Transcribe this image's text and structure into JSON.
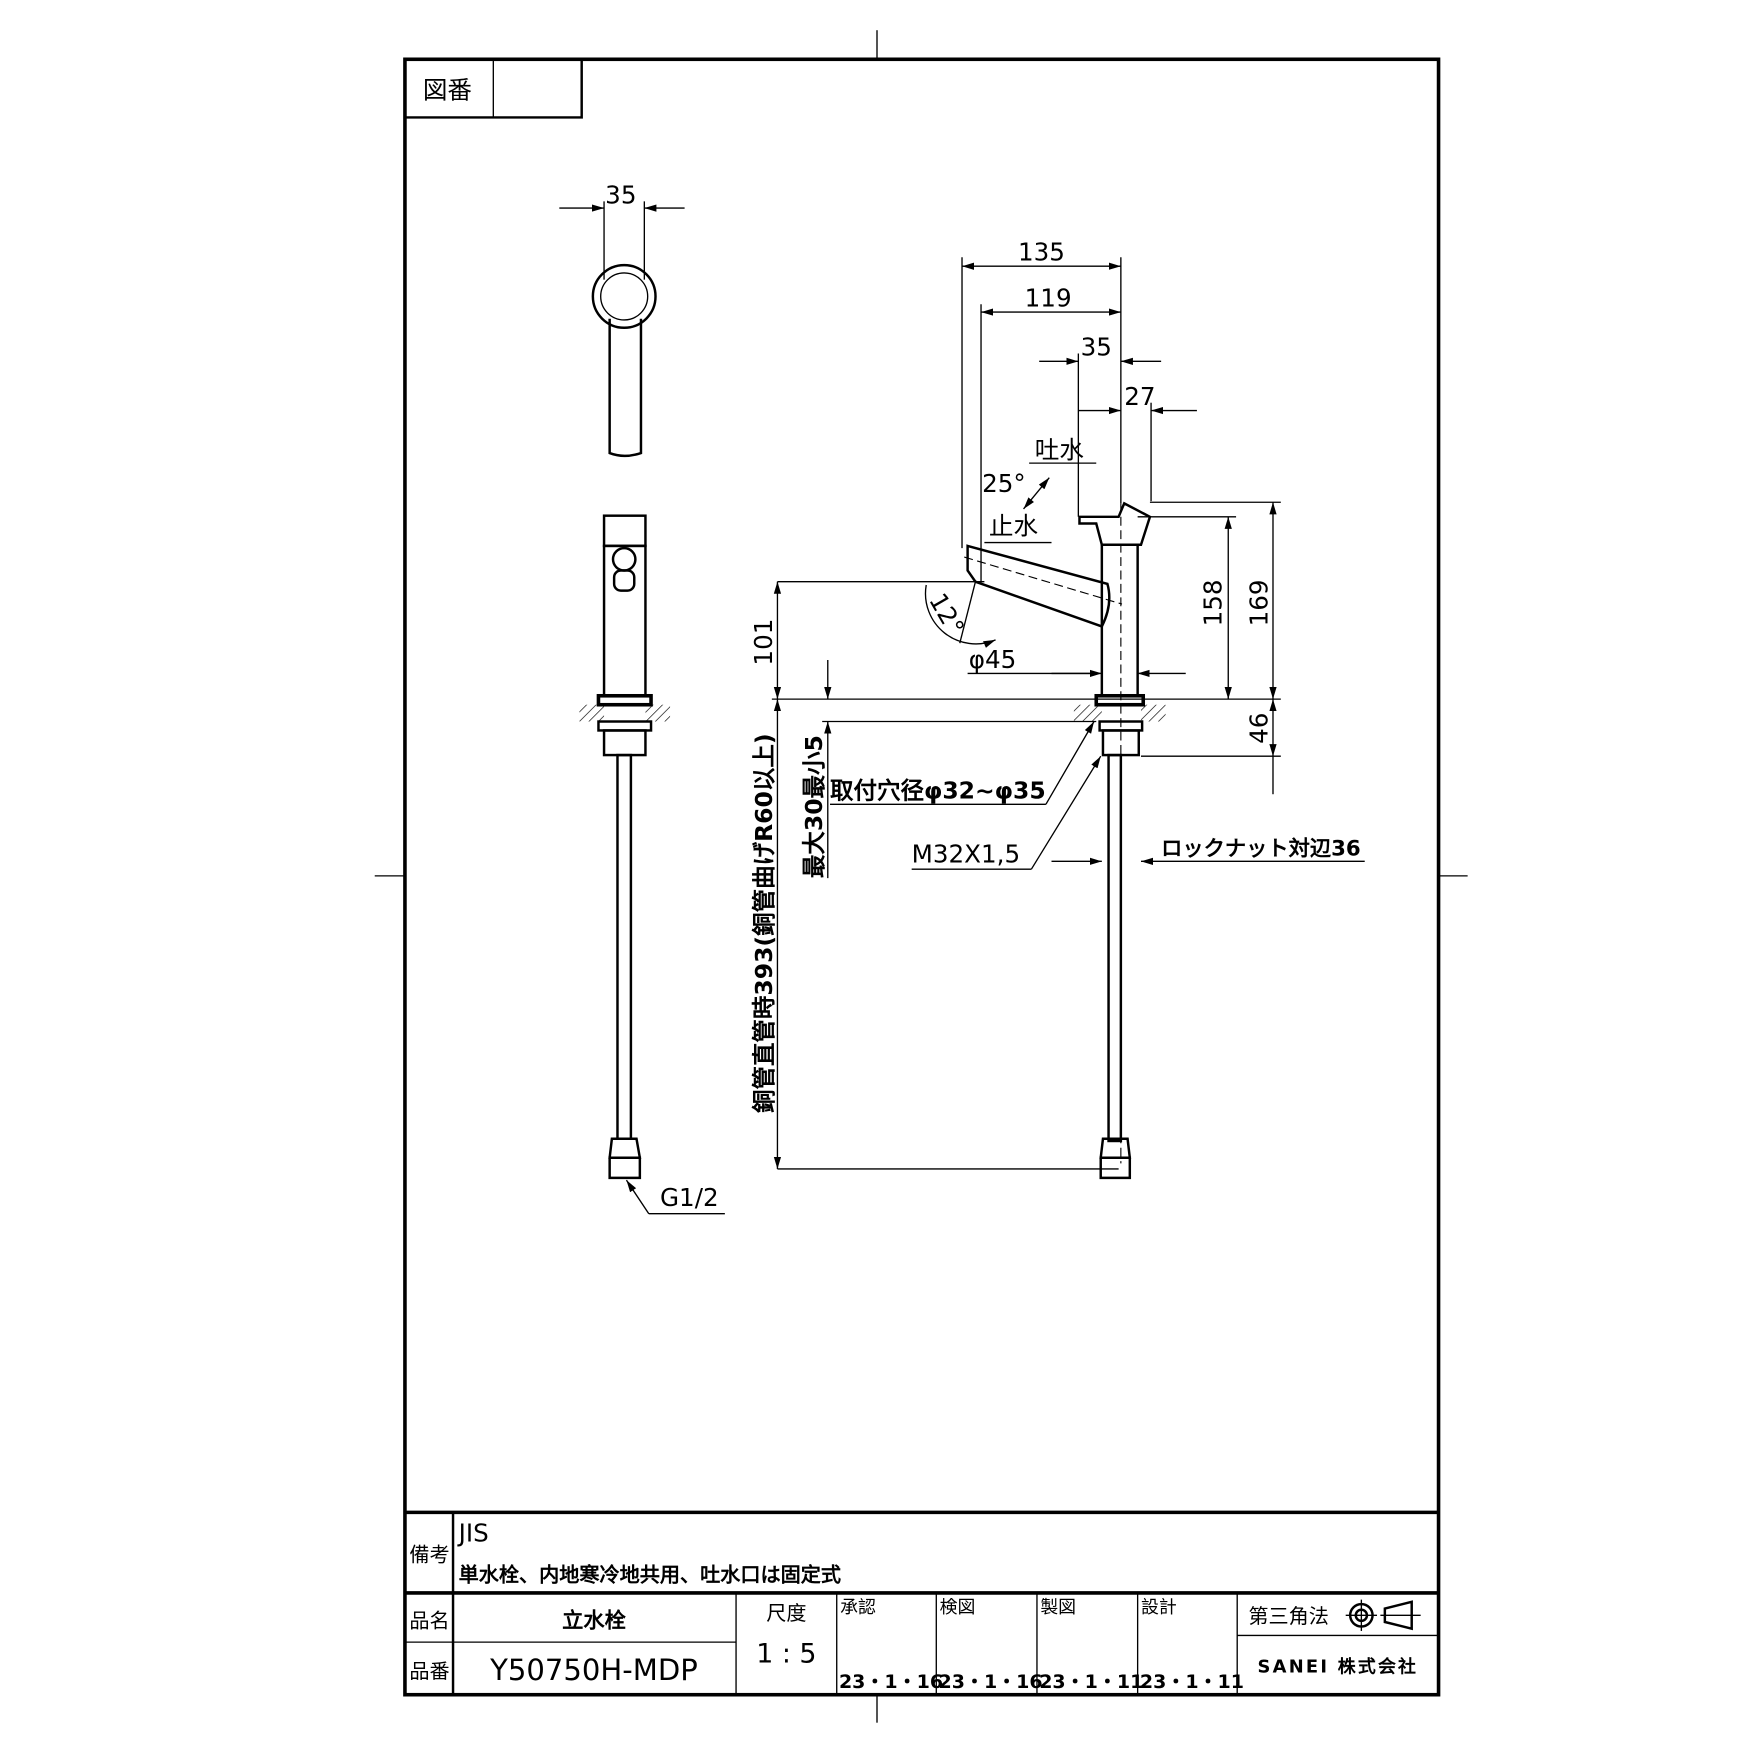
{
  "frame": {
    "drawing_number_label": "図番",
    "drawing_number_value": ""
  },
  "views": {
    "top_width": "35",
    "front_connection": "G1/2"
  },
  "dimensions": {
    "d135": "135",
    "d119": "119",
    "d35": "35",
    "d27": "27",
    "d158": "158",
    "d169": "169",
    "d46": "46",
    "d101": "101",
    "angle_12": "12°",
    "angle_25": "25°",
    "dia_45": "φ45",
    "spout_on": "吐水",
    "spout_off": "止水",
    "mount_hole": "取付穴径φ32~φ35",
    "thread": "M32X1,5",
    "locknut": "ロックナット対辺36",
    "pipe_length": "銅管直管時393(銅管曲げR60以上)",
    "counter_thickness": "最大30最小5"
  },
  "title_block": {
    "remarks_label": "備考",
    "remarks_line1": "JIS",
    "remarks_line2": "単水栓、内地寒冷地共用、吐水口は固定式",
    "name_label": "品名",
    "name_value": "立水栓",
    "number_label": "品番",
    "number_value": "Y50750H-MDP",
    "scale_label": "尺度",
    "scale_value": "1 : 5",
    "approvals": [
      {
        "label": "承認",
        "date": "23・1・16"
      },
      {
        "label": "検図",
        "date": "23・1・16"
      },
      {
        "label": "製図",
        "date": "23・1・11"
      },
      {
        "label": "設計",
        "date": "23・1・11"
      }
    ],
    "projection": "第三角法",
    "company": "SANEI 株式会社"
  }
}
